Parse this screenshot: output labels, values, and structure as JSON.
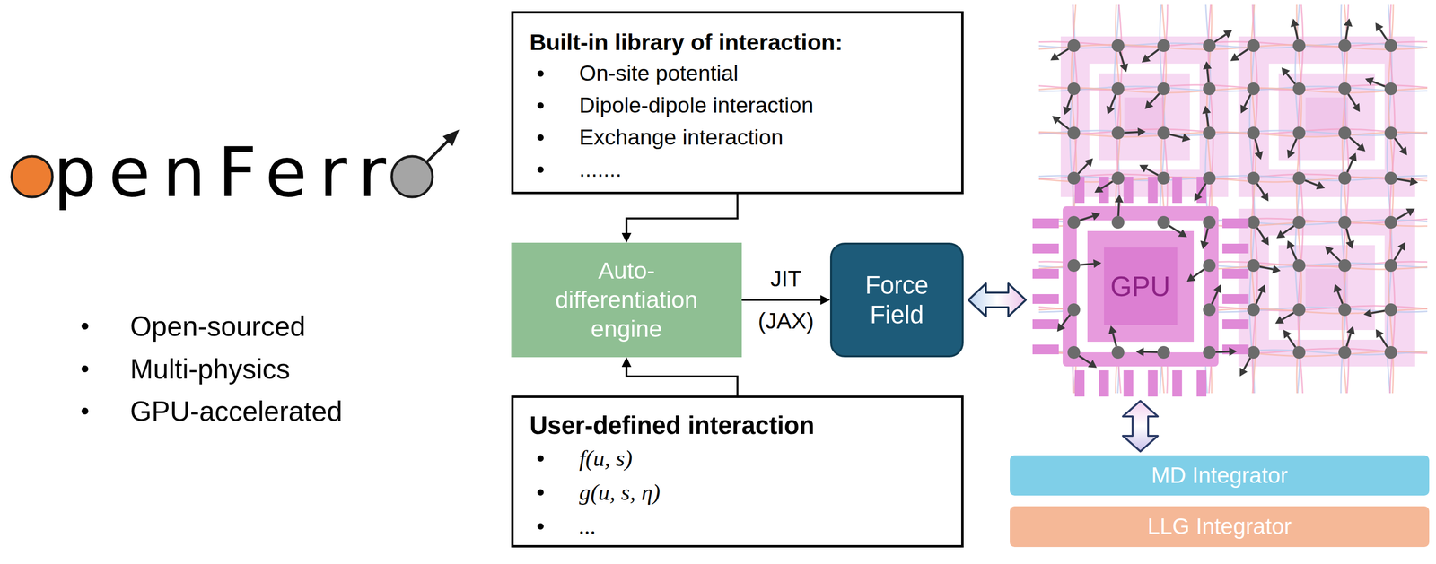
{
  "diagram": {
    "nodes": [
      {
        "text": [
          "Built-in library of interaction:",
          "On-site potential",
          "Dipole-dipole interaction",
          "Exchange interaction",
          "......."
        ]
      },
      {
        "text": [
          "Auto-differentiation engine"
        ]
      },
      {
        "text": [
          "Force Field"
        ]
      },
      {
        "text": [
          "User-defined interaction",
          "f(u, s)",
          "g(u, s, η)",
          "..."
        ]
      },
      {
        "text": [
          "GPU"
        ]
      },
      {
        "text": [
          "MD Integrator"
        ]
      },
      {
        "text": [
          "LLG Integrator"
        ]
      }
    ],
    "edges": [
      {
        "from": 0,
        "to": 1,
        "arrow": "to"
      },
      {
        "from": 3,
        "to": 1,
        "arrow": "to"
      },
      {
        "from": 1,
        "to": 2,
        "label": "JIT (JAX)",
        "arrow": "to"
      },
      {
        "from": 2,
        "to": 4,
        "arrow": "both"
      },
      {
        "from": 4,
        "to": 5,
        "arrow": "both"
      }
    ],
    "labels": [
      "penFerr",
      "Open-sourced",
      "Multi-physics",
      "GPU-accelerated"
    ]
  }
}
